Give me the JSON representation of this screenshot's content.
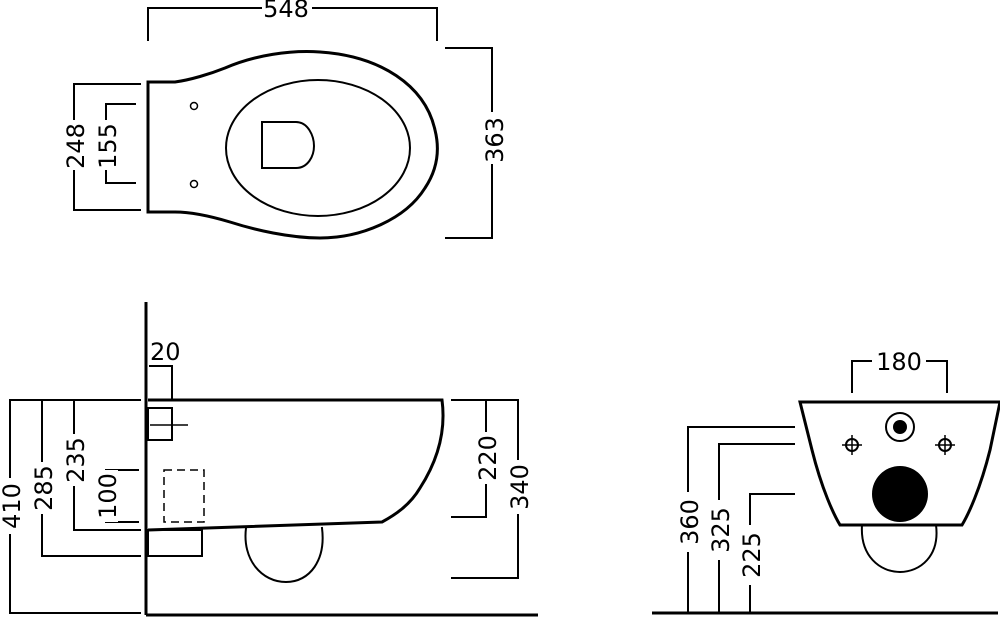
{
  "top_view": {
    "width": "548",
    "depth": "363",
    "outer_bracket": "248",
    "inner_bracket": "155"
  },
  "side_view": {
    "wall_offset": "20",
    "height_total": "410",
    "height_rim_lower": "285",
    "height_bracket": "235",
    "height_inner": "100",
    "rim_height": "220",
    "bowl_height": "340"
  },
  "front_view": {
    "fixing_spacing": "180",
    "height_upper": "360",
    "height_middle": "325",
    "height_lower": "225"
  }
}
